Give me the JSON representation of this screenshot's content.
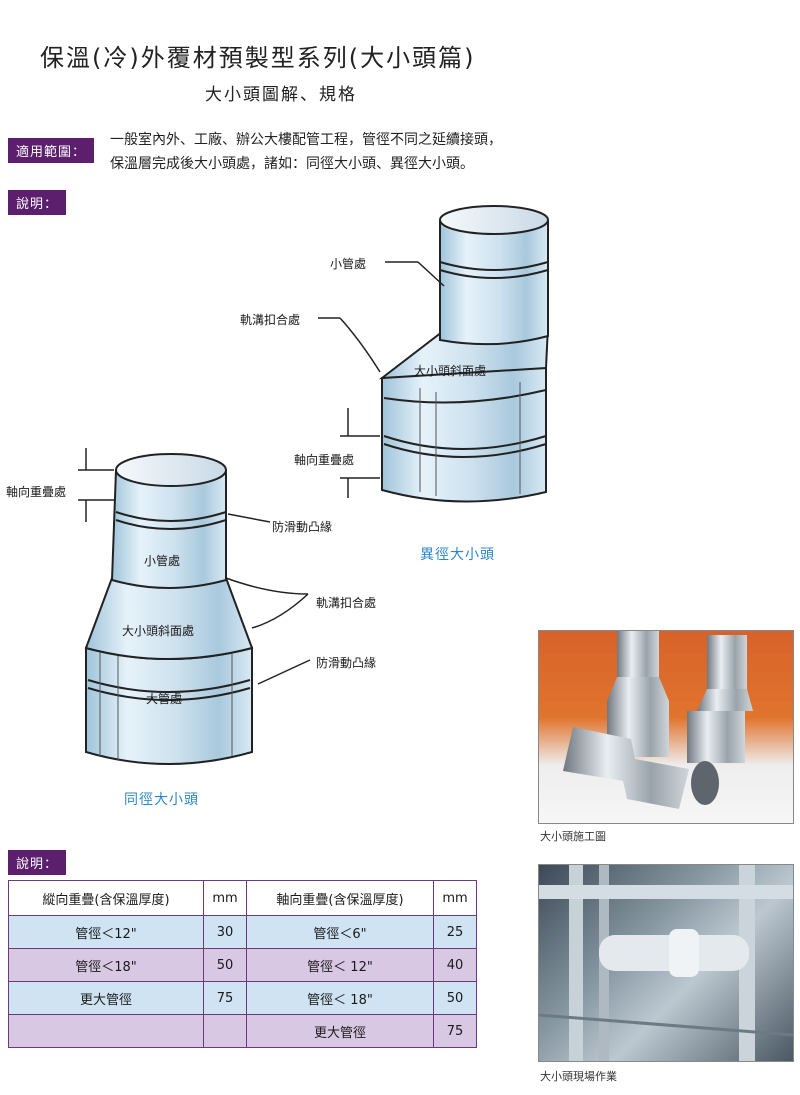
{
  "header": {
    "title": "保溫(冷)外覆材預製型系列(大小頭篇)",
    "subtitle": "大小頭圖解、規格"
  },
  "scope": {
    "tag": "適用範圍：",
    "line1": "一般室內外、工廠、辦公大樓配管工程，管徑不同之延續接頭，",
    "line2": "保溫層完成後大小頭處，諸如：同徑大小頭、異徑大小頭。"
  },
  "explain_tag": "說明：",
  "diagram_eccentric": {
    "small_pipe": "小管處",
    "groove": "軌溝扣合處",
    "slope": "大小頭斜面處",
    "axial_overlap": "軸向重疊處",
    "caption": "異徑大小頭"
  },
  "diagram_concentric": {
    "axial_overlap": "軸向重疊處",
    "anti_slip_top": "防滑動凸緣",
    "small_pipe": "小管處",
    "groove": "軌溝扣合處",
    "slope": "大小頭斜面處",
    "anti_slip_bottom": "防滑動凸緣",
    "large_pipe": "大管處",
    "caption": "同徑大小頭"
  },
  "photos": {
    "photo1_caption": "大小頭施工圖",
    "photo2_caption": "大小頭現場作業"
  },
  "spec": {
    "tag": "說明：",
    "headers": [
      "縱向重疊(含保溫厚度)",
      "mm",
      "軸向重疊(含保溫厚度)",
      "mm"
    ],
    "rows": [
      [
        "管徑＜12\"",
        "30",
        "管徑＜6\"",
        "25"
      ],
      [
        "管徑＜18\"",
        "50",
        "管徑＜ 12\"",
        "40"
      ],
      [
        "更大管徑",
        "75",
        "管徑＜ 18\"",
        "50"
      ],
      [
        "",
        "",
        "更大管徑",
        "75"
      ]
    ]
  },
  "colors": {
    "tag_bg": "#5b1f6e",
    "caption_blue": "#2c86c7",
    "row_blue": "#cfe3f3",
    "row_purple": "#d9c8e4"
  }
}
